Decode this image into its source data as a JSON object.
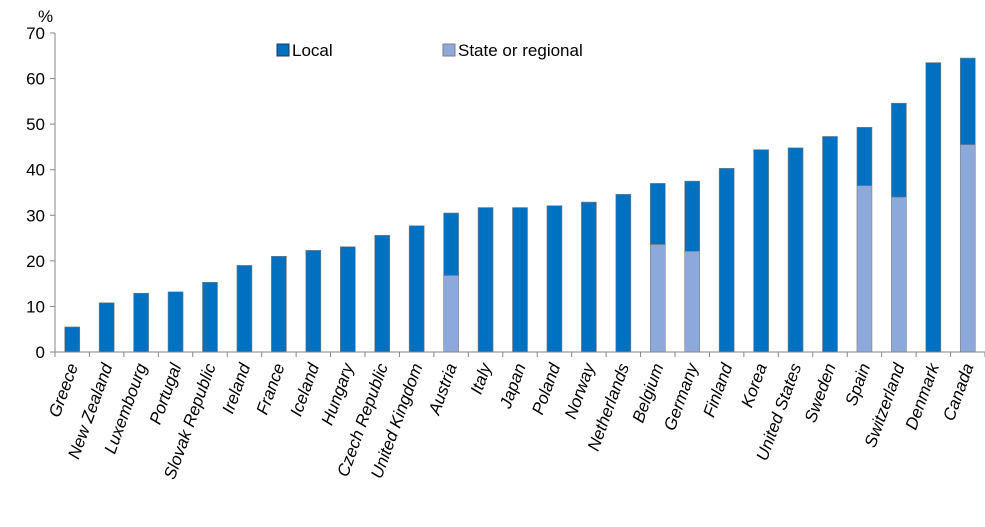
{
  "chart_data": {
    "type": "bar",
    "stacked": true,
    "ylabel": "%",
    "ylim": [
      0,
      70
    ],
    "yticks": [
      0,
      10,
      20,
      30,
      40,
      50,
      60,
      70
    ],
    "grid": false,
    "legend_placement": "top-center",
    "categories": [
      "Greece",
      "New Zealand",
      "Luxembourg",
      "Portugal",
      "Slovak Republic",
      "Ireland",
      "France",
      "Iceland",
      "Hungary",
      "Czech Republic",
      "United Kingdom",
      "Austria",
      "Italy",
      "Japan",
      "Poland",
      "Norway",
      "Netherlands",
      "Belgium",
      "Germany",
      "Finland",
      "Korea",
      "United States",
      "Sweden",
      "Spain",
      "Switzerland",
      "Denmark",
      "Canada"
    ],
    "series": [
      {
        "name": "State or regional",
        "color": "#8DA9DB",
        "values": [
          0,
          0,
          0,
          0,
          0,
          0,
          0,
          0,
          0,
          0,
          0,
          16.8,
          0,
          0,
          0,
          0,
          0,
          23.6,
          22.1,
          0,
          0,
          0,
          0,
          36.5,
          34,
          0,
          45.5
        ]
      },
      {
        "name": "Local",
        "color": "#0070C0",
        "values": [
          5.5,
          10.8,
          12.9,
          13.2,
          15.3,
          19,
          21,
          22.3,
          23.1,
          25.6,
          27.7,
          13.7,
          31.7,
          31.7,
          32.1,
          32.9,
          34.6,
          13.4,
          15.4,
          40.3,
          44.4,
          44.8,
          47.3,
          12.8,
          20.6,
          63.5,
          19
        ]
      }
    ],
    "legend": [
      {
        "label": "Local",
        "color": "#0070C0"
      },
      {
        "label": "State or regional",
        "color": "#8DA9DB"
      }
    ]
  }
}
